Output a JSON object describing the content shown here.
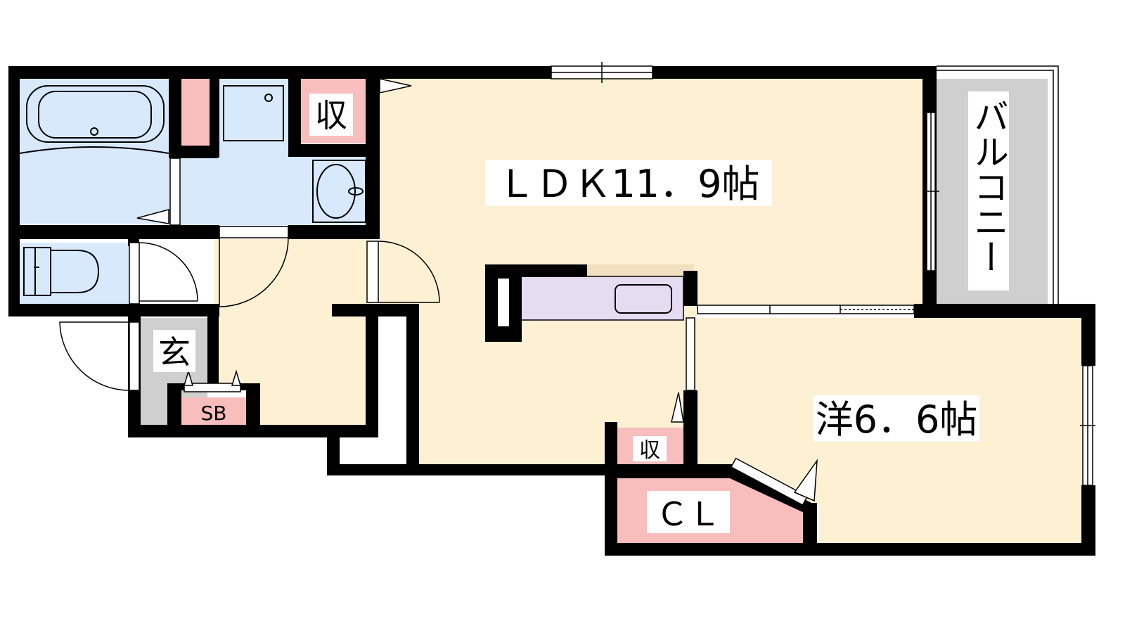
{
  "rooms": {
    "ldk": "ＬＤＫ11．9帖",
    "western": "洋6．6帖",
    "balcony": "バルコニー",
    "storage_top": "収",
    "storage_small": "収",
    "closet": "ＣＬ",
    "entrance": "玄",
    "shoe_box": "SB"
  },
  "colors": {
    "wall": "#000000",
    "floor_main": "#fdf0d3",
    "wet_area": "#d7e9fb",
    "storage": "#f8bdbd",
    "balcony": "#cfcfcf",
    "entrance": "#cfcfcf",
    "kitchen": "#e6dcf2",
    "kitchen_counter": "#f1dfc0"
  }
}
